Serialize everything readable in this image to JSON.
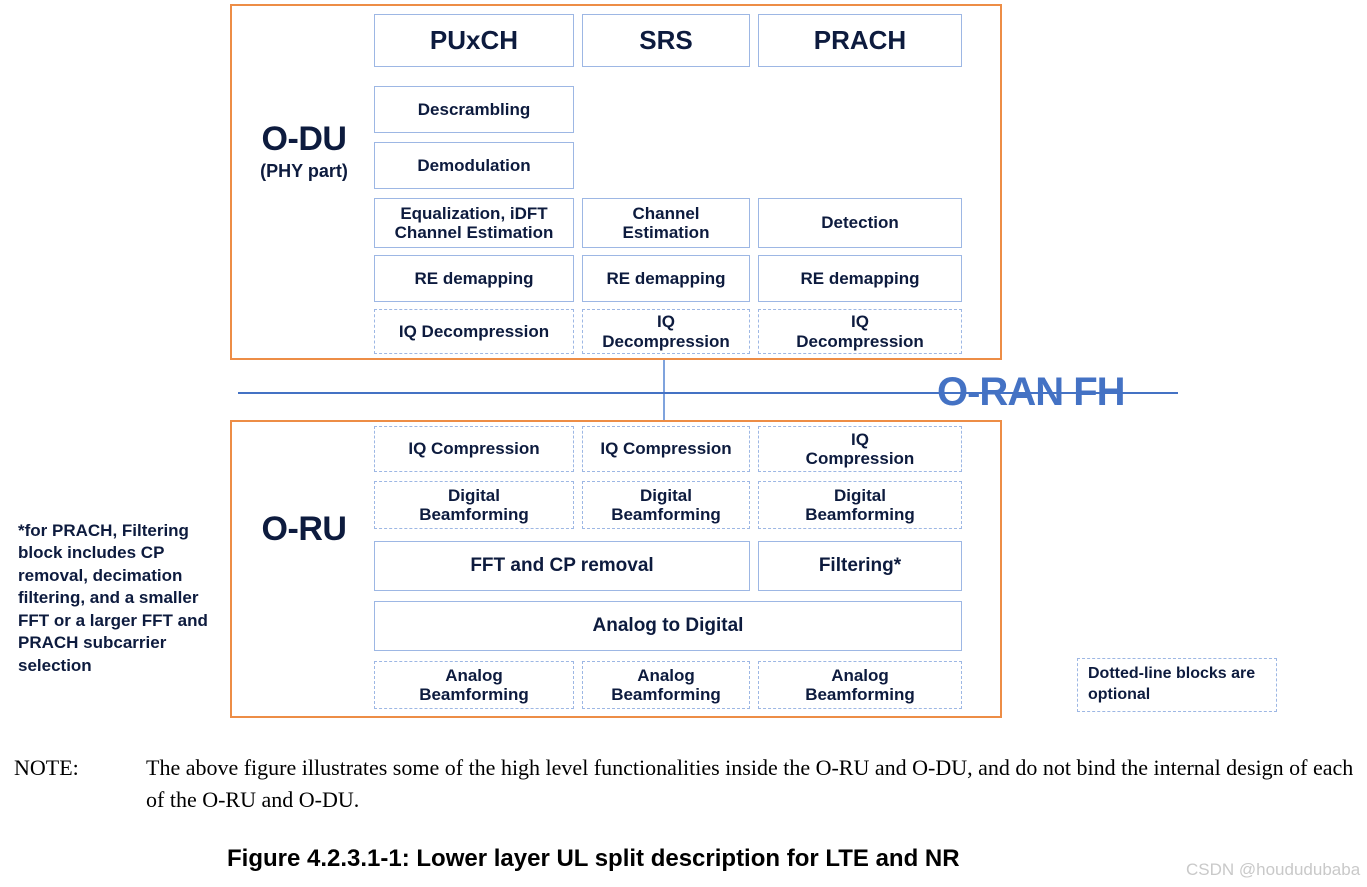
{
  "figure": {
    "odu": {
      "label_main": "O-DU",
      "label_sub": "(PHY part)",
      "channels": [
        "PUxCH",
        "SRS",
        "PRACH"
      ],
      "rows": {
        "descrambling": "Descrambling",
        "demodulation": "Demodulation",
        "equalization": "Equalization, iDFT\nChannel Estimation",
        "channel_estimation": "Channel\nEstimation",
        "detection": "Detection",
        "re_demapping_1": "RE demapping",
        "re_demapping_2": "RE demapping",
        "re_demapping_3": "RE demapping",
        "iq_decompression_1": "IQ Decompression",
        "iq_decompression_2": "IQ\nDecompression",
        "iq_decompression_3": "IQ\nDecompression"
      }
    },
    "fronthaul": {
      "label": "O-RAN FH",
      "line_color": "#4472C4"
    },
    "oru": {
      "label_main": "O-RU",
      "rows": {
        "iq_compression_1": "IQ Compression",
        "iq_compression_2": "IQ Compression",
        "iq_compression_3": "IQ\nCompression",
        "digital_beamforming_1": "Digital\nBeamforming",
        "digital_beamforming_2": "Digital\nBeamforming",
        "digital_beamforming_3": "Digital\nBeamforming",
        "fft_cp_removal": "FFT and CP removal",
        "filtering": "Filtering*",
        "analog_to_digital": "Analog to Digital",
        "analog_beamforming_1": "Analog\nBeamforming",
        "analog_beamforming_2": "Analog\nBeamforming",
        "analog_beamforming_3": "Analog\nBeamforming"
      }
    },
    "footnote": "*for PRACH, Filtering block includes CP removal, decimation filtering, and a smaller FFT or a larger FFT and PRACH subcarrier selection",
    "legend": "Dotted-line blocks are optional",
    "colors": {
      "container_border": "#ED8D46",
      "block_border": "#9db7e4",
      "text": "#0d1b3e",
      "fronthaul": "#4472C4"
    }
  },
  "note": {
    "label": "NOTE:",
    "text": "The above figure illustrates some of the high level functionalities inside the O-RU and O-DU, and do not bind the internal design of each of the O-RU and O-DU."
  },
  "caption": "Figure 4.2.3.1-1: Lower layer UL split description for LTE and NR",
  "watermark": "CSDN @hoududubaba"
}
